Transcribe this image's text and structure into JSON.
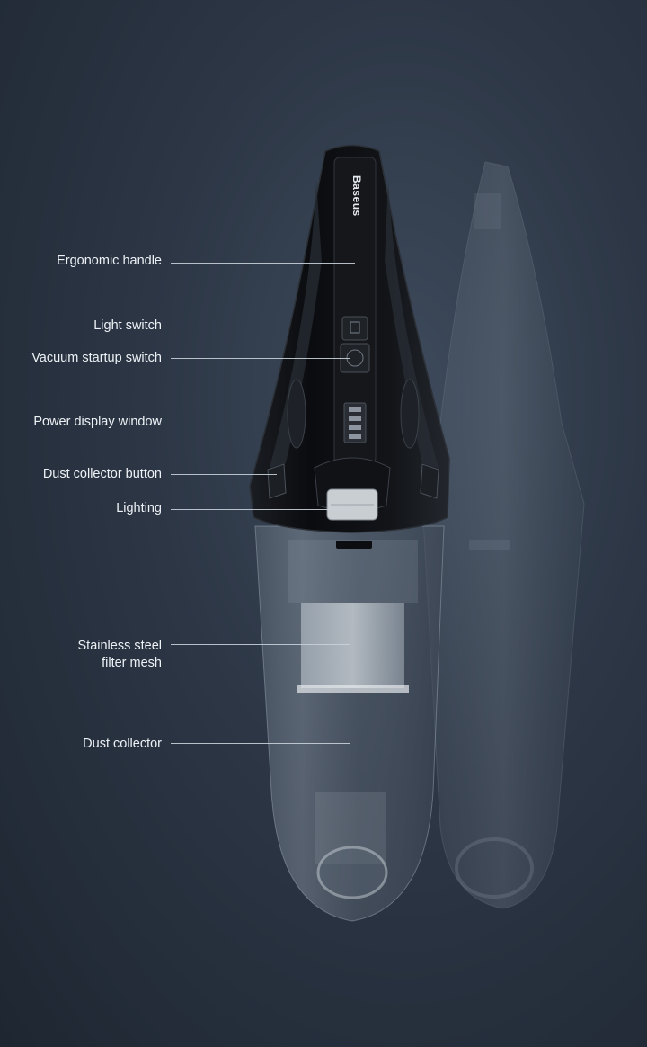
{
  "product": {
    "brand_mark": "Baseus"
  },
  "callouts": [
    {
      "id": "ergonomic-handle",
      "label": "Ergonomic handle"
    },
    {
      "id": "light-switch",
      "label": "Light switch"
    },
    {
      "id": "vacuum-startup-switch",
      "label": "Vacuum startup switch"
    },
    {
      "id": "power-display-window",
      "label": "Power display window"
    },
    {
      "id": "dust-collector-button",
      "label": "Dust collector button"
    },
    {
      "id": "lighting",
      "label": "Lighting"
    },
    {
      "id": "stainless-steel-filter-mesh",
      "label_line1": "Stainless steel",
      "label_line2": "filter mesh"
    },
    {
      "id": "dust-collector",
      "label": "Dust collector"
    }
  ],
  "colors": {
    "background": "#2c3645",
    "body_black": "#0e1014",
    "label_text": "#eef2f6",
    "leader_line": "#c8d0d9"
  }
}
